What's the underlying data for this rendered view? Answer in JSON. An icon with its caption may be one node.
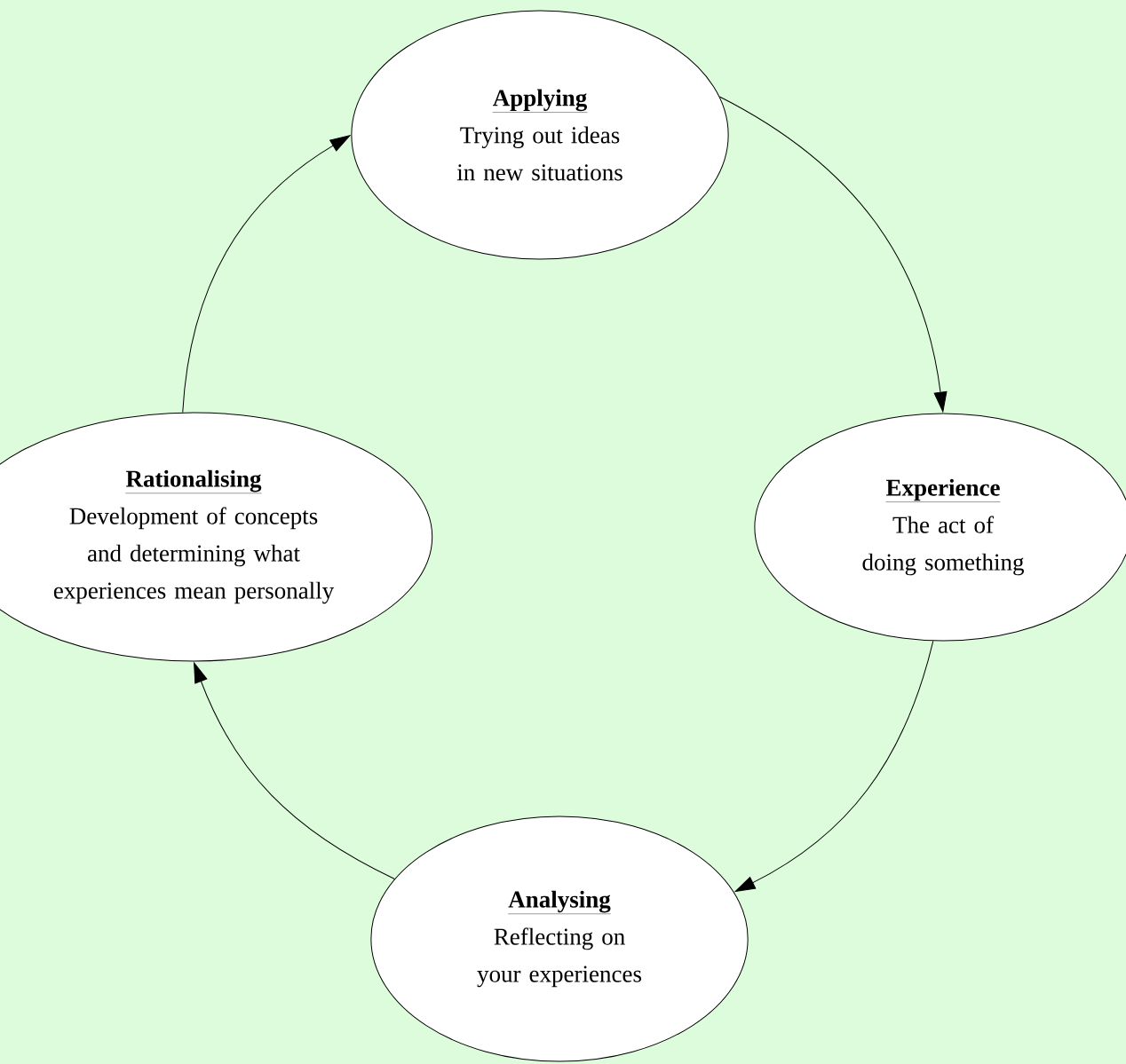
{
  "diagram": {
    "nodes": [
      {
        "text": [
          "Applying",
          "Trying out ideas in new situations"
        ]
      },
      {
        "text": [
          "Experience",
          "The act of doing something"
        ]
      },
      {
        "text": [
          "Analysing",
          "Reflecting on your experiences"
        ]
      },
      {
        "text": [
          "Rationalising",
          "Development of concepts and determining what experiences mean personally"
        ]
      }
    ],
    "edges": [
      {
        "from": 0,
        "to": 1,
        "arrow": "to"
      },
      {
        "from": 1,
        "to": 2,
        "arrow": "to"
      },
      {
        "from": 2,
        "to": 3,
        "arrow": "to"
      },
      {
        "from": 3,
        "to": 0,
        "arrow": "to"
      }
    ]
  }
}
